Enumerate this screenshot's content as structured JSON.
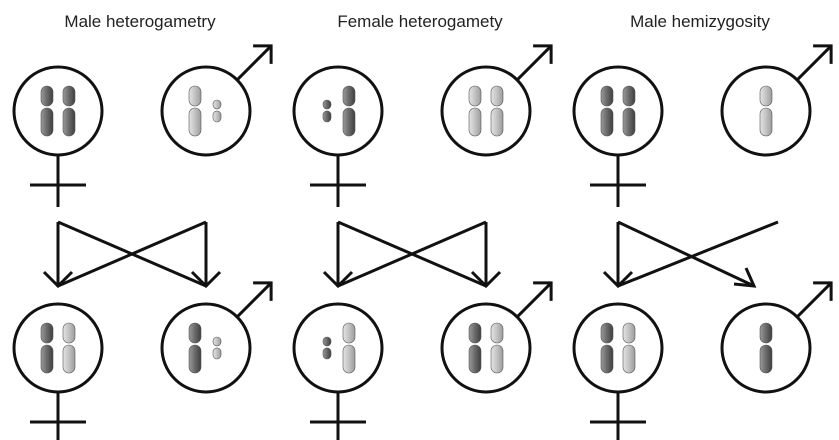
{
  "panels": [
    {
      "title": "Male heterogametry",
      "parents": {
        "female": {
          "chromosomes": [
            {
              "shade": "dark",
              "size": "large"
            },
            {
              "shade": "dark",
              "size": "large"
            }
          ]
        },
        "male": {
          "chromosomes": [
            {
              "shade": "light",
              "size": "large"
            },
            {
              "shade": "light",
              "size": "small"
            }
          ]
        }
      },
      "crossing": "full",
      "offspring": {
        "female": {
          "chromosomes": [
            {
              "shade": "dark",
              "size": "large"
            },
            {
              "shade": "light",
              "size": "large"
            }
          ]
        },
        "male": {
          "chromosomes": [
            {
              "shade": "dark",
              "size": "large"
            },
            {
              "shade": "light",
              "size": "small"
            }
          ]
        }
      }
    },
    {
      "title": "Female heterogamety",
      "parents": {
        "female": {
          "chromosomes": [
            {
              "shade": "dark",
              "size": "small"
            },
            {
              "shade": "dark",
              "size": "large"
            }
          ]
        },
        "male": {
          "chromosomes": [
            {
              "shade": "light",
              "size": "large"
            },
            {
              "shade": "light",
              "size": "large"
            }
          ]
        }
      },
      "crossing": "full",
      "offspring": {
        "female": {
          "chromosomes": [
            {
              "shade": "dark",
              "size": "small"
            },
            {
              "shade": "light",
              "size": "large"
            }
          ]
        },
        "male": {
          "chromosomes": [
            {
              "shade": "dark",
              "size": "large"
            },
            {
              "shade": "light",
              "size": "large"
            }
          ]
        }
      }
    },
    {
      "title": "Male hemizygosity",
      "parents": {
        "female": {
          "chromosomes": [
            {
              "shade": "dark",
              "size": "large"
            },
            {
              "shade": "dark",
              "size": "large"
            }
          ]
        },
        "male": {
          "chromosomes": [
            {
              "shade": "light",
              "size": "large"
            }
          ]
        }
      },
      "crossing": "half",
      "offspring": {
        "female": {
          "chromosomes": [
            {
              "shade": "dark",
              "size": "large"
            },
            {
              "shade": "light",
              "size": "large"
            }
          ]
        },
        "male": {
          "chromosomes": [
            {
              "shade": "dark",
              "size": "large"
            }
          ]
        }
      }
    }
  ],
  "colors": {
    "dark": "#6e6e6e",
    "light": "#c6c6c6",
    "stroke": "#111111"
  }
}
